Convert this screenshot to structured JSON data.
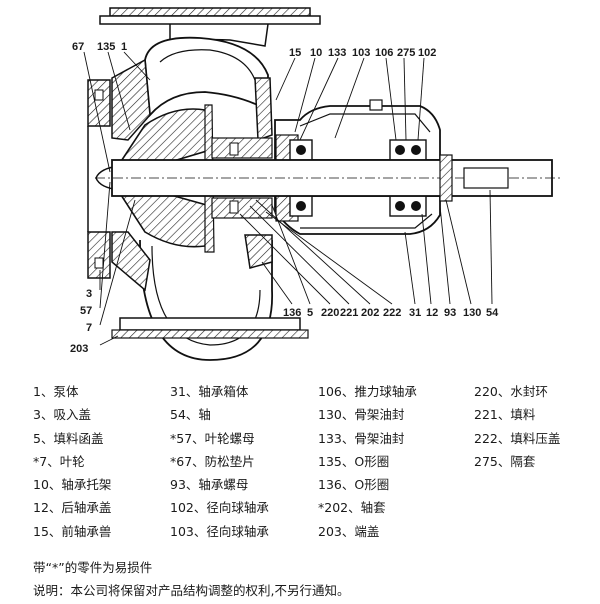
{
  "callouts_top": [
    "67",
    "135",
    "1",
    "15",
    "10",
    "133",
    "103",
    "106",
    "275",
    "102"
  ],
  "callouts_left": [
    "3",
    "57",
    "7",
    "203"
  ],
  "callouts_bottom": [
    "136",
    "5",
    "220",
    "221",
    "202",
    "222",
    "31",
    "12",
    "93",
    "130",
    "54"
  ],
  "parts": [
    [
      "1、泵体",
      "31、轴承箱体",
      "106、推力球轴承",
      "220、水封环"
    ],
    [
      "3、吸入盖",
      "54、轴",
      "130、骨架油封",
      "221、填料"
    ],
    [
      "5、填料函盖",
      "*57、叶轮螺母",
      "133、骨架油封",
      "222、填料压盖"
    ],
    [
      "*7、叶轮",
      "*67、防松垫片",
      "135、O形圈",
      "275、隔套"
    ],
    [
      "10、轴承托架",
      "93、轴承螺母",
      "136、O形圈",
      ""
    ],
    [
      "12、后轴承盖",
      "102、径向球轴承",
      "*202、轴套",
      ""
    ],
    [
      "15、前轴承兽",
      "103、径向球轴承",
      "203、端盖",
      ""
    ]
  ],
  "note_wearing": "带“*”的零件为易损件",
  "note_disclaimer": "说明：本公司将保留对产品结构调整的权利,不另行通知。"
}
